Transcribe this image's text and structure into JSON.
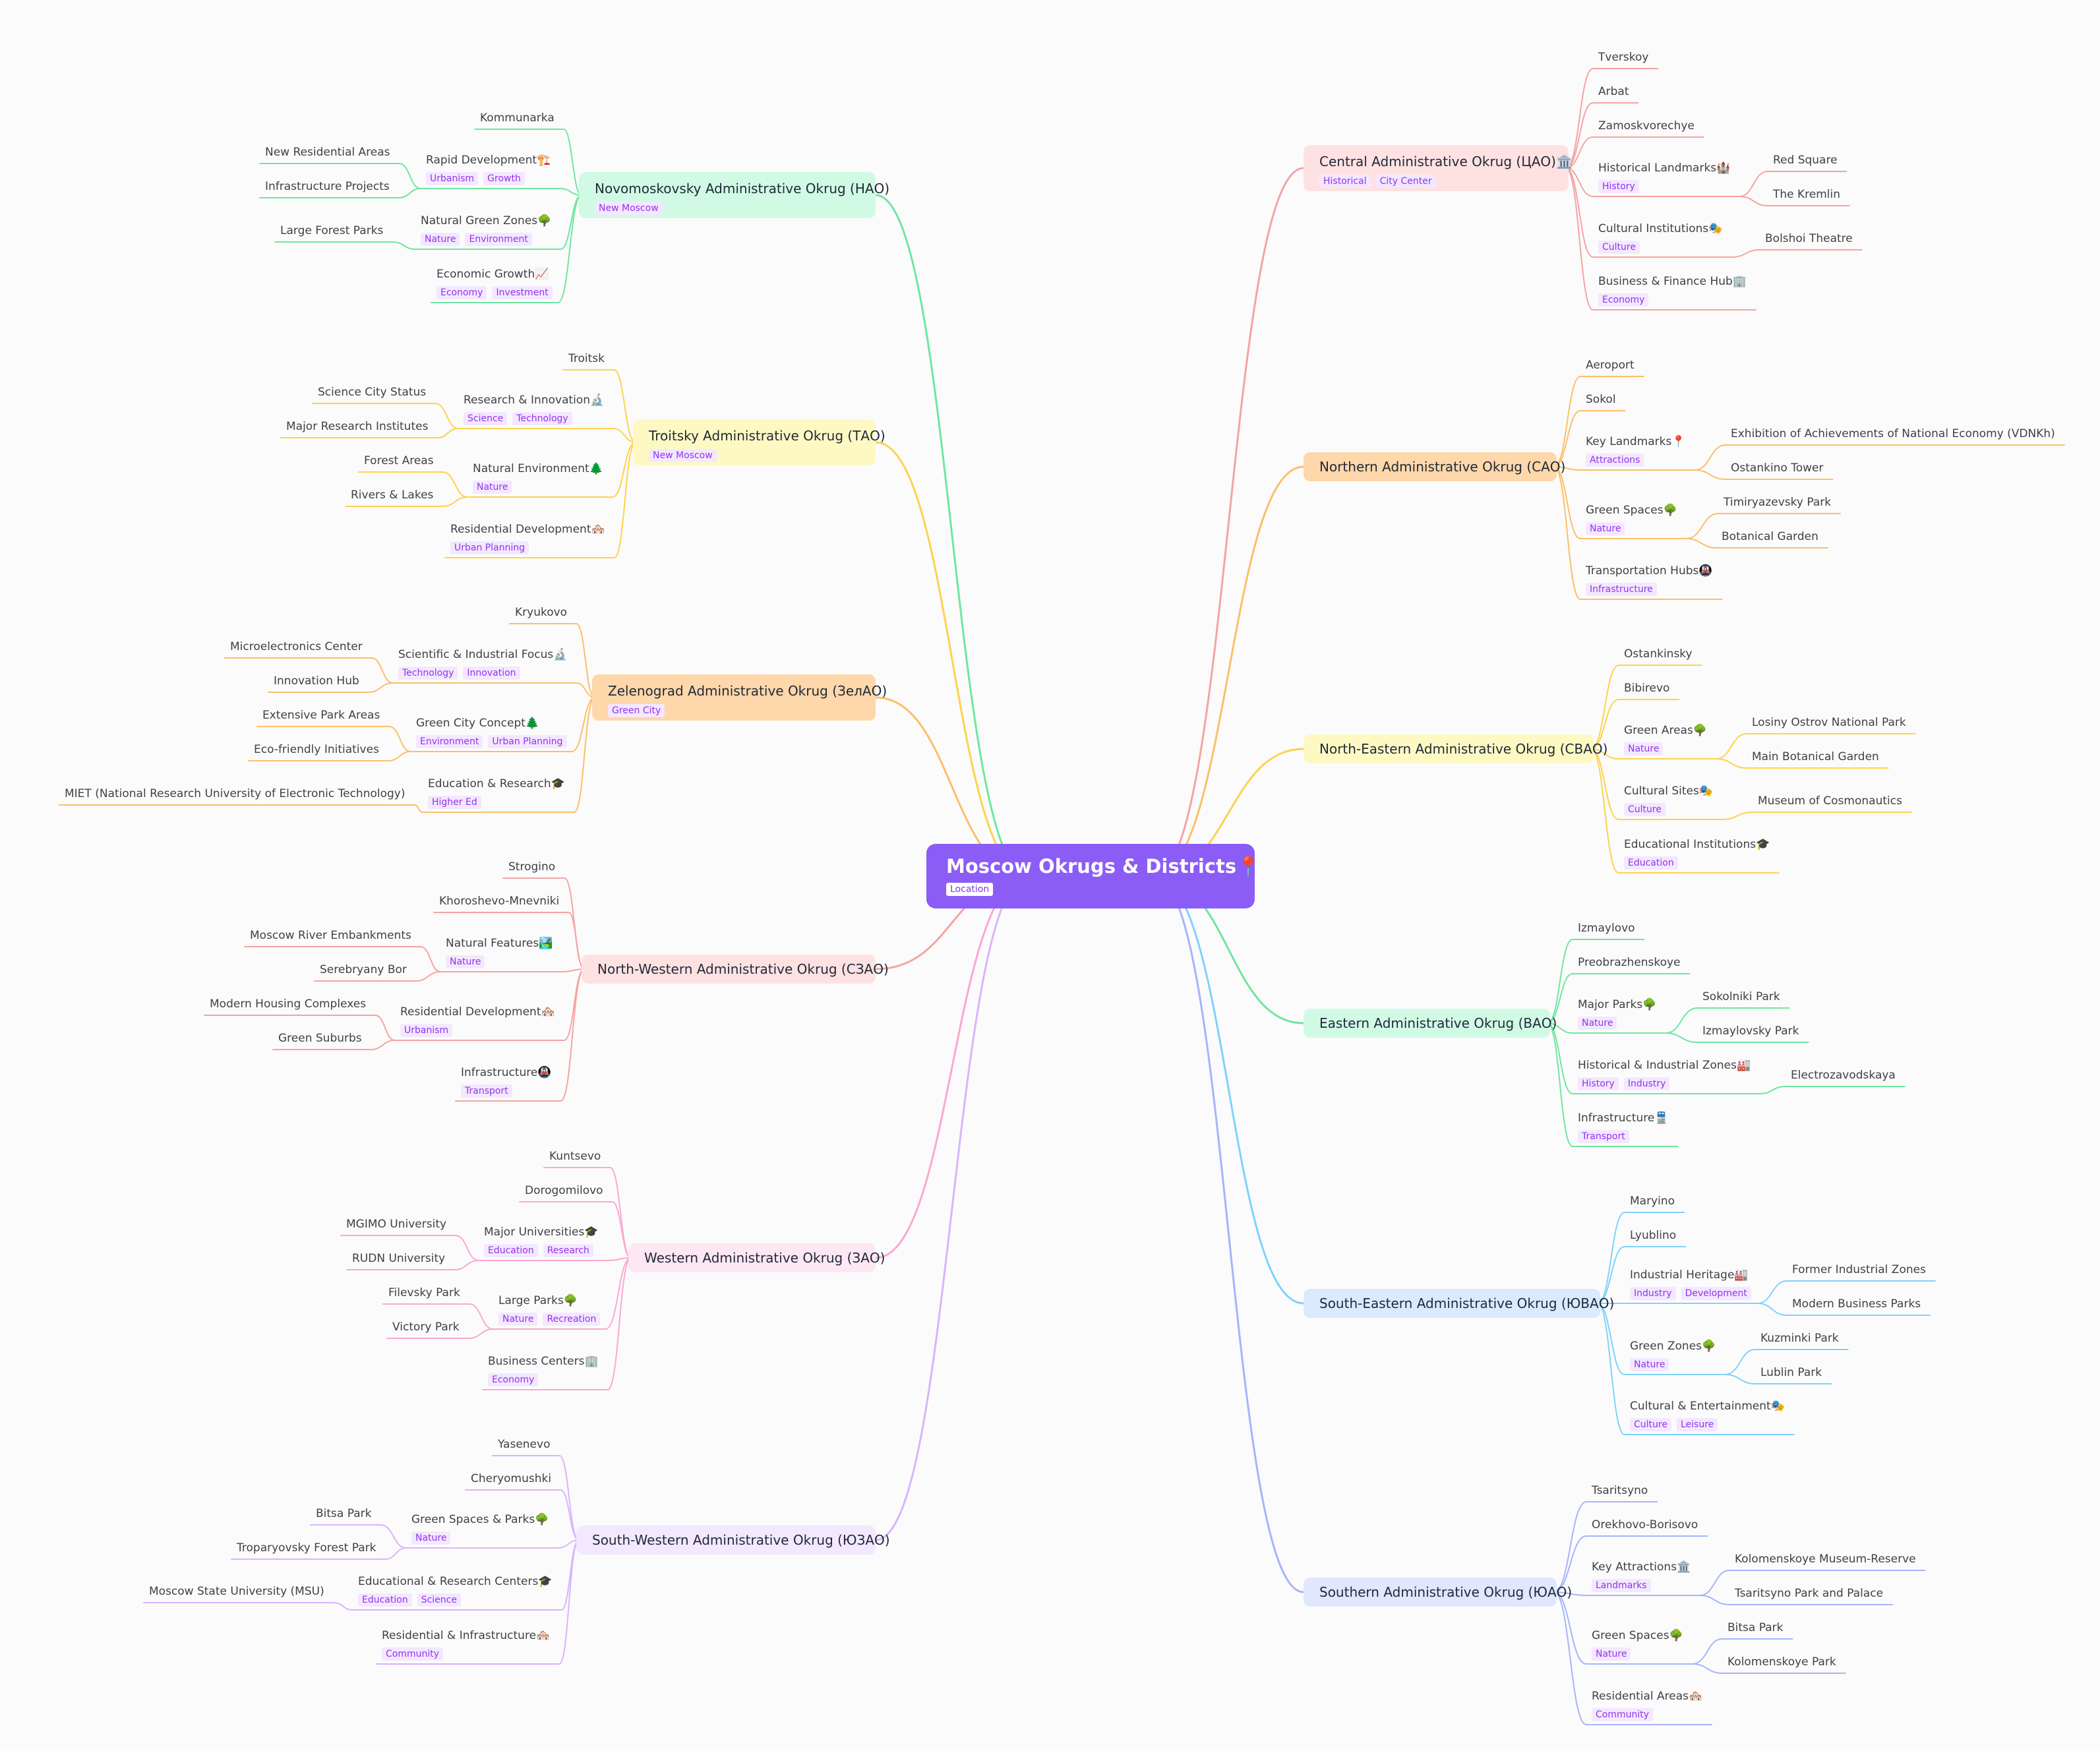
{
  "mindmap": {
    "root": {
      "label": "Moscow Okrugs & Districts📍",
      "tags": [
        "Location"
      ]
    },
    "branches": [
      {
        "label": "Novomoskovsky Administrative Okrug (НАО)",
        "tags": [
          "New Moscow"
        ],
        "side": "left",
        "color": "#6ee7a0",
        "bg": "#d1fae5",
        "children": [
          {
            "label": "Kommunarka",
            "tags": []
          },
          {
            "label": "Rapid Development🏗️",
            "tags": [
              "Urbanism",
              "Growth"
            ],
            "children": [
              {
                "label": "New Residential Areas"
              },
              {
                "label": "Infrastructure Projects"
              }
            ]
          },
          {
            "label": "Natural Green Zones🌳",
            "tags": [
              "Nature",
              "Environment"
            ],
            "children": [
              {
                "label": "Large Forest Parks"
              }
            ]
          },
          {
            "label": "Economic Growth📈",
            "tags": [
              "Economy",
              "Investment"
            ]
          }
        ]
      },
      {
        "label": "Troitsky Administrative Okrug (ТАО)",
        "tags": [
          "New Moscow"
        ],
        "side": "left",
        "color": "#fcd34d",
        "bg": "#fef9c3",
        "children": [
          {
            "label": "Troitsk",
            "tags": []
          },
          {
            "label": "Research & Innovation🔬",
            "tags": [
              "Science",
              "Technology"
            ],
            "children": [
              {
                "label": "Science City Status"
              },
              {
                "label": "Major Research Institutes"
              }
            ]
          },
          {
            "label": "Natural Environment🌲",
            "tags": [
              "Nature"
            ],
            "children": [
              {
                "label": "Forest Areas"
              },
              {
                "label": "Rivers & Lakes"
              }
            ]
          },
          {
            "label": "Residential Development🏘️",
            "tags": [
              "Urban Planning"
            ]
          }
        ]
      },
      {
        "label": "Zelenograd Administrative Okrug (ЗелАО)",
        "tags": [
          "Green City"
        ],
        "side": "left",
        "color": "#fbbf69",
        "bg": "#fed7aa",
        "children": [
          {
            "label": "Kryukovo",
            "tags": []
          },
          {
            "label": "Scientific & Industrial Focus🔬",
            "tags": [
              "Technology",
              "Innovation"
            ],
            "children": [
              {
                "label": "Microelectronics Center"
              },
              {
                "label": "Innovation Hub"
              }
            ]
          },
          {
            "label": "Green City Concept🌲",
            "tags": [
              "Environment",
              "Urban Planning"
            ],
            "children": [
              {
                "label": "Extensive Park Areas"
              },
              {
                "label": "Eco-friendly Initiatives"
              }
            ]
          },
          {
            "label": "Education & Research🎓",
            "tags": [
              "Higher Ed"
            ],
            "children": [
              {
                "label": "MIET (National Research University of Electronic Technology)"
              }
            ]
          }
        ]
      },
      {
        "label": "North-Western Administrative Okrug (СЗАО)",
        "tags": [],
        "side": "left",
        "color": "#f5a3a3",
        "bg": "#fee2e2",
        "children": [
          {
            "label": "Strogino",
            "tags": []
          },
          {
            "label": "Khoroshevo-Mnevniki",
            "tags": []
          },
          {
            "label": "Natural Features🏞️",
            "tags": [
              "Nature"
            ],
            "children": [
              {
                "label": "Moscow River Embankments"
              },
              {
                "label": "Serebryany Bor"
              }
            ]
          },
          {
            "label": "Residential Development🏘️",
            "tags": [
              "Urbanism"
            ],
            "children": [
              {
                "label": "Modern Housing Complexes"
              },
              {
                "label": "Green Suburbs"
              }
            ]
          },
          {
            "label": "Infrastructure🚇",
            "tags": [
              "Transport"
            ]
          }
        ]
      },
      {
        "label": "Western Administrative Okrug (ЗАО)",
        "tags": [],
        "side": "left",
        "color": "#f9a8d4",
        "bg": "#fce7f3",
        "children": [
          {
            "label": "Kuntsevo",
            "tags": []
          },
          {
            "label": "Dorogomilovo",
            "tags": []
          },
          {
            "label": "Major Universities🎓",
            "tags": [
              "Education",
              "Research"
            ],
            "children": [
              {
                "label": "MGIMO University"
              },
              {
                "label": "RUDN University"
              }
            ]
          },
          {
            "label": "Large Parks🌳",
            "tags": [
              "Nature",
              "Recreation"
            ],
            "children": [
              {
                "label": "Filevsky Park"
              },
              {
                "label": "Victory Park"
              }
            ]
          },
          {
            "label": "Business Centers🏢",
            "tags": [
              "Economy"
            ]
          }
        ]
      },
      {
        "label": "South-Western Administrative Okrug (ЮЗАО)",
        "tags": [],
        "side": "left",
        "color": "#d8b4fe",
        "bg": "#f3e8ff",
        "children": [
          {
            "label": "Yasenevo",
            "tags": []
          },
          {
            "label": "Cheryomushki",
            "tags": []
          },
          {
            "label": "Green Spaces & Parks🌳",
            "tags": [
              "Nature"
            ],
            "children": [
              {
                "label": "Bitsa Park"
              },
              {
                "label": "Troparyovsky Forest Park"
              }
            ]
          },
          {
            "label": "Educational & Research Centers🎓",
            "tags": [
              "Education",
              "Science"
            ],
            "children": [
              {
                "label": "Moscow State University (MSU)"
              }
            ]
          },
          {
            "label": "Residential & Infrastructure🏘️",
            "tags": [
              "Community"
            ]
          }
        ]
      },
      {
        "label": "Central Administrative Okrug (ЦАО)🏛️",
        "tags": [
          "Historical",
          "City Center"
        ],
        "side": "right",
        "color": "#f5a3a3",
        "bg": "#fee2e2",
        "children": [
          {
            "label": "Tverskoy",
            "tags": []
          },
          {
            "label": "Arbat",
            "tags": []
          },
          {
            "label": "Zamoskvorechye",
            "tags": []
          },
          {
            "label": "Historical Landmarks🏰",
            "tags": [
              "History"
            ],
            "children": [
              {
                "label": "Red Square"
              },
              {
                "label": "The Kremlin"
              }
            ]
          },
          {
            "label": "Cultural Institutions🎭",
            "tags": [
              "Culture"
            ],
            "children": [
              {
                "label": "Bolshoi Theatre"
              }
            ]
          },
          {
            "label": "Business & Finance Hub🏢",
            "tags": [
              "Economy"
            ]
          }
        ]
      },
      {
        "label": "Northern Administrative Okrug (САО)",
        "tags": [],
        "side": "right",
        "color": "#fbbf69",
        "bg": "#fed7aa",
        "children": [
          {
            "label": "Aeroport",
            "tags": []
          },
          {
            "label": "Sokol",
            "tags": []
          },
          {
            "label": "Key Landmarks📍",
            "tags": [
              "Attractions"
            ],
            "children": [
              {
                "label": "Exhibition of Achievements of National Economy (VDNKh)"
              },
              {
                "label": "Ostankino Tower"
              }
            ]
          },
          {
            "label": "Green Spaces🌳",
            "tags": [
              "Nature"
            ],
            "children": [
              {
                "label": "Timiryazevsky Park"
              },
              {
                "label": "Botanical Garden"
              }
            ]
          },
          {
            "label": "Transportation Hubs🚇",
            "tags": [
              "Infrastructure"
            ]
          }
        ]
      },
      {
        "label": "North-Eastern Administrative Okrug (СВАО)",
        "tags": [],
        "side": "right",
        "color": "#fcd34d",
        "bg": "#fef9c3",
        "children": [
          {
            "label": "Ostankinsky",
            "tags": []
          },
          {
            "label": "Bibirevo",
            "tags": []
          },
          {
            "label": "Green Areas🌳",
            "tags": [
              "Nature"
            ],
            "children": [
              {
                "label": "Losiny Ostrov National Park"
              },
              {
                "label": "Main Botanical Garden"
              }
            ]
          },
          {
            "label": "Cultural Sites🎭",
            "tags": [
              "Culture"
            ],
            "children": [
              {
                "label": "Museum of Cosmonautics"
              }
            ]
          },
          {
            "label": "Educational Institutions🎓",
            "tags": [
              "Education"
            ]
          }
        ]
      },
      {
        "label": "Eastern Administrative Okrug (ВАО)",
        "tags": [],
        "side": "right",
        "color": "#6ee7a0",
        "bg": "#d1fae5",
        "children": [
          {
            "label": "Izmaylovo",
            "tags": []
          },
          {
            "label": "Preobrazhenskoye",
            "tags": []
          },
          {
            "label": "Major Parks🌳",
            "tags": [
              "Nature"
            ],
            "children": [
              {
                "label": "Sokolniki Park"
              },
              {
                "label": "Izmaylovsky Park"
              }
            ]
          },
          {
            "label": "Historical & Industrial Zones🏭",
            "tags": [
              "History",
              "Industry"
            ],
            "children": [
              {
                "label": "Electrozavodskaya"
              }
            ]
          },
          {
            "label": "Infrastructure🚆",
            "tags": [
              "Transport"
            ]
          }
        ]
      },
      {
        "label": "South-Eastern Administrative Okrug (ЮВАО)",
        "tags": [],
        "side": "right",
        "color": "#7dd3fc",
        "bg": "#dbeafe",
        "children": [
          {
            "label": "Maryino",
            "tags": []
          },
          {
            "label": "Lyublino",
            "tags": []
          },
          {
            "label": "Industrial Heritage🏭",
            "tags": [
              "Industry",
              "Development"
            ],
            "children": [
              {
                "label": "Former Industrial Zones"
              },
              {
                "label": "Modern Business Parks"
              }
            ]
          },
          {
            "label": "Green Zones🌳",
            "tags": [
              "Nature"
            ],
            "children": [
              {
                "label": "Kuzminki Park"
              },
              {
                "label": "Lublin Park"
              }
            ]
          },
          {
            "label": "Cultural & Entertainment🎭",
            "tags": [
              "Culture",
              "Leisure"
            ]
          }
        ]
      },
      {
        "label": "Southern Administrative Okrug (ЮАО)",
        "tags": [],
        "side": "right",
        "color": "#a5b4fc",
        "bg": "#e0e7ff",
        "children": [
          {
            "label": "Tsaritsyno",
            "tags": []
          },
          {
            "label": "Orekhovo-Borisovo",
            "tags": []
          },
          {
            "label": "Key Attractions🏛️",
            "tags": [
              "Landmarks"
            ],
            "children": [
              {
                "label": "Kolomenskoye Museum-Reserve"
              },
              {
                "label": "Tsaritsyno Park and Palace"
              }
            ]
          },
          {
            "label": "Green Spaces🌳",
            "tags": [
              "Nature"
            ],
            "children": [
              {
                "label": "Bitsa Park"
              },
              {
                "label": "Kolomenskoye Park"
              }
            ]
          },
          {
            "label": "Residential Areas🏘️",
            "tags": [
              "Community"
            ]
          }
        ]
      }
    ]
  }
}
